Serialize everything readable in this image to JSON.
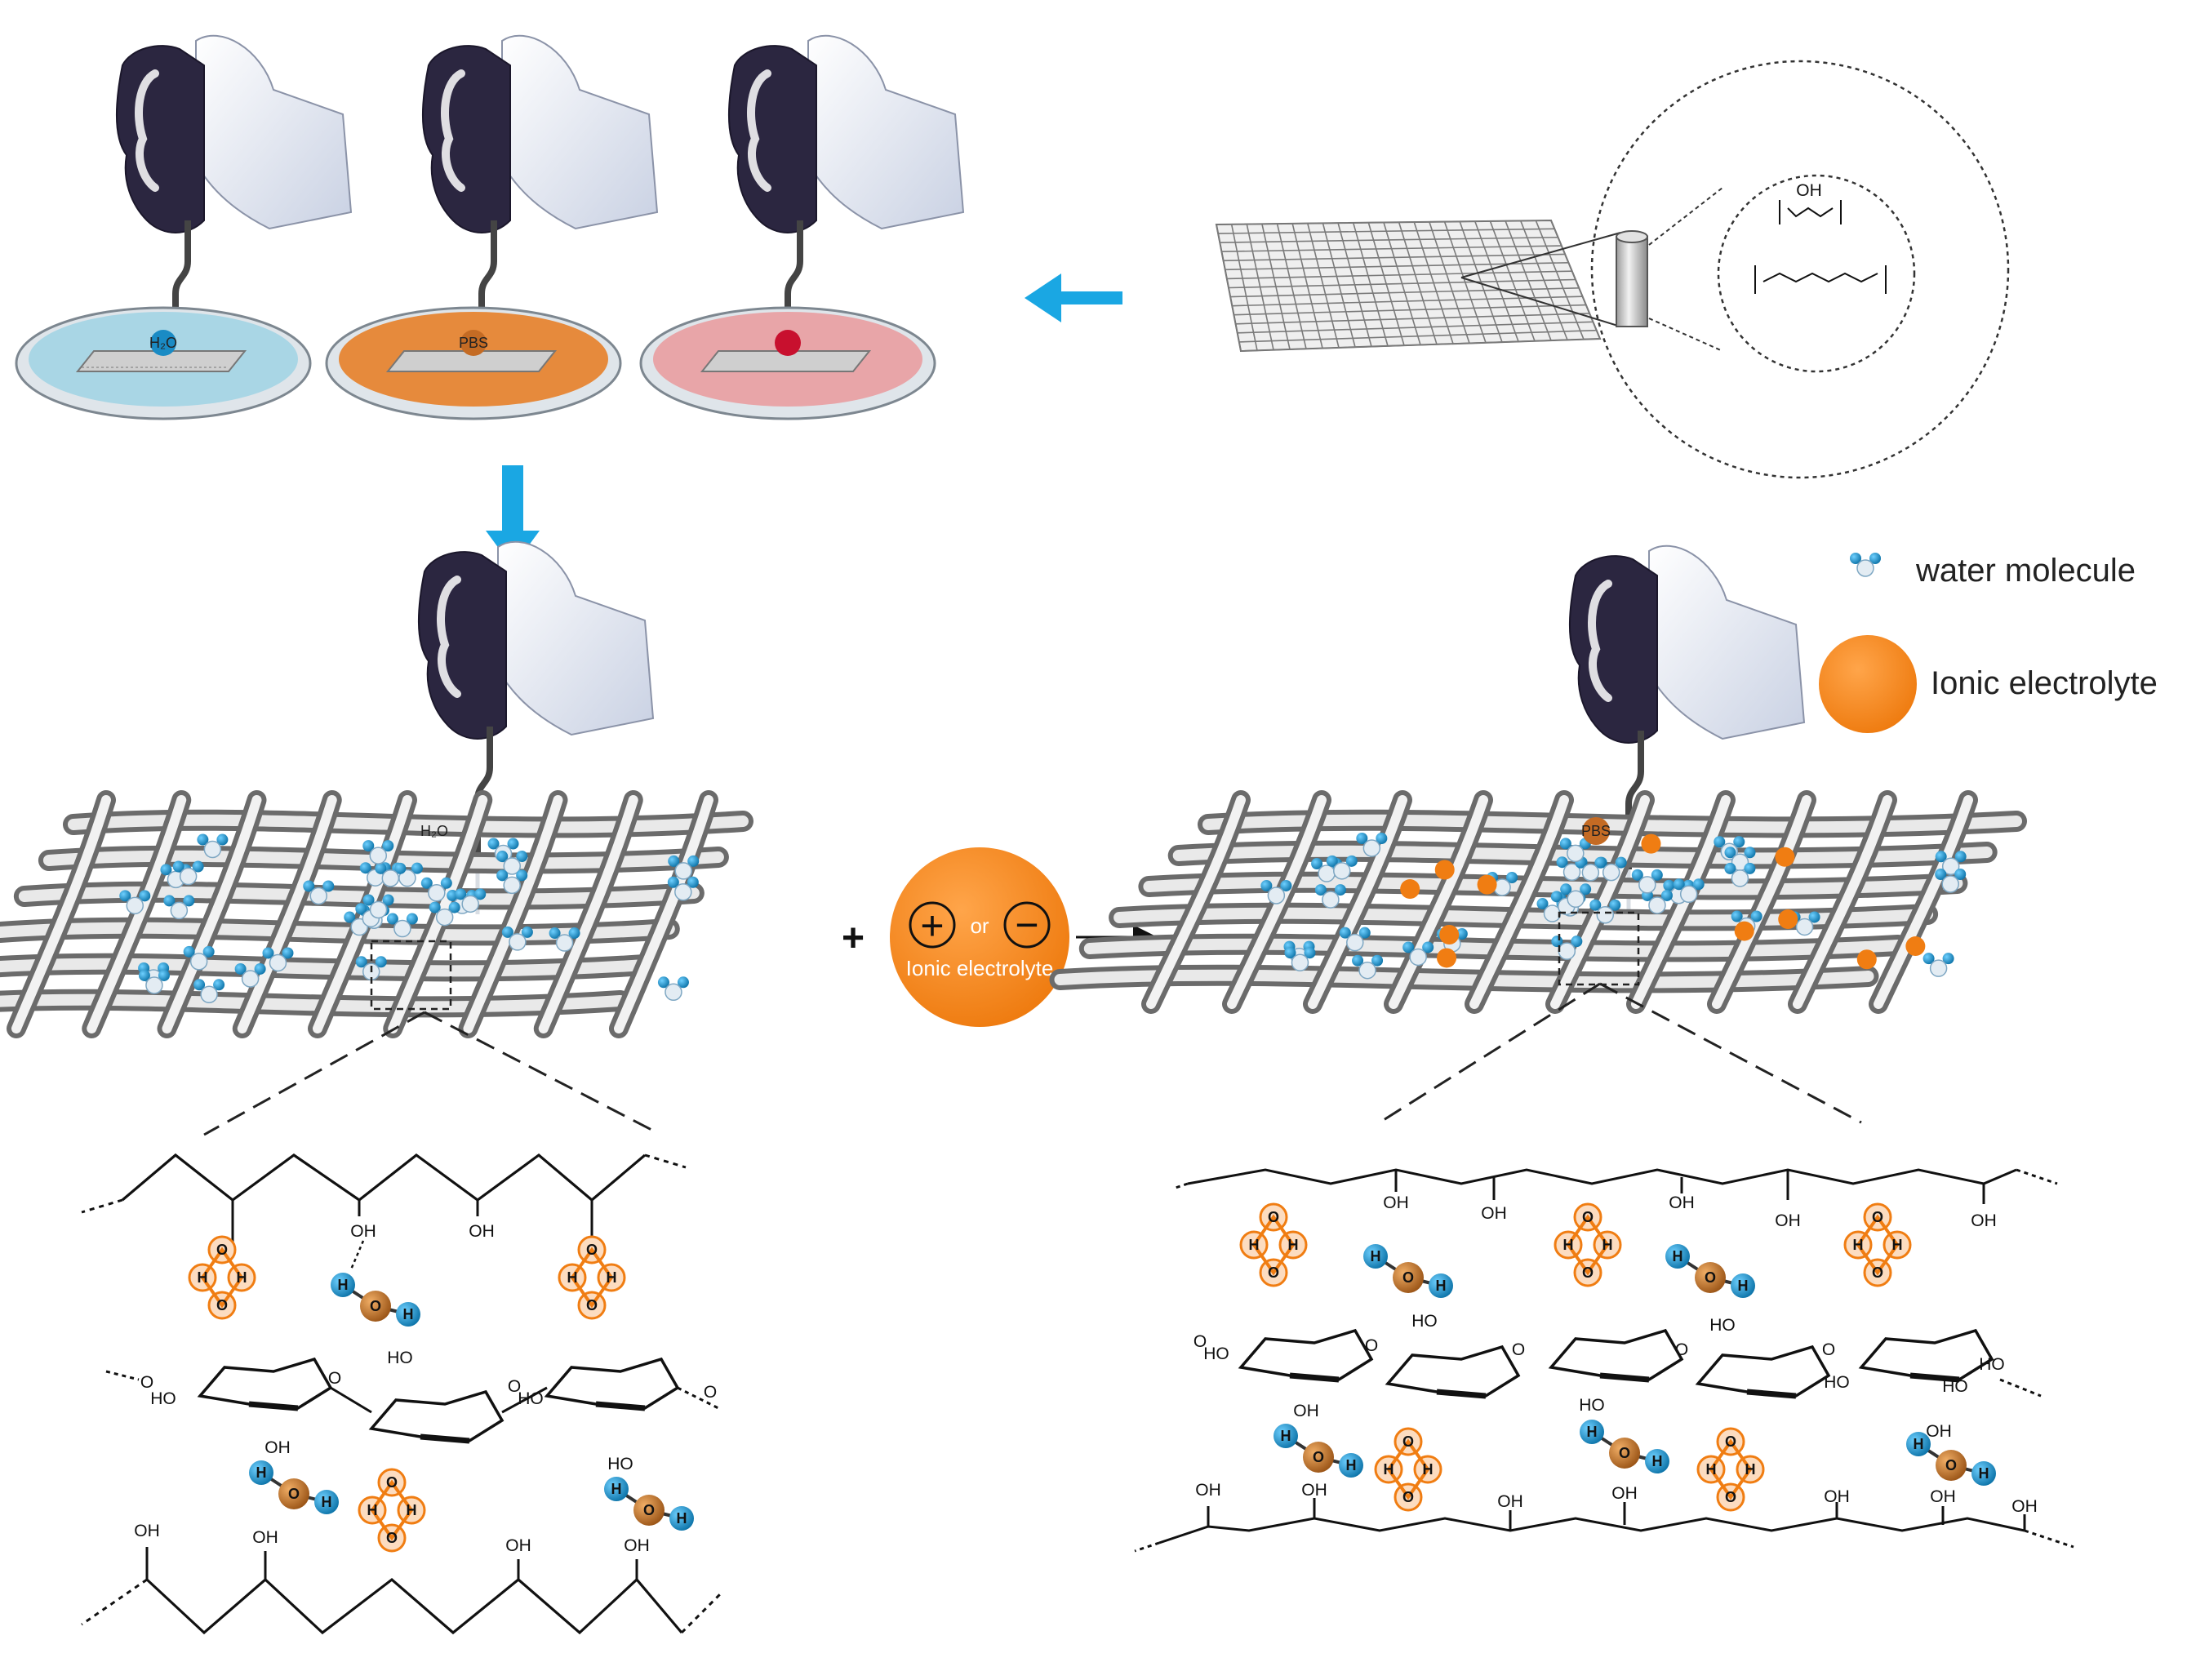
{
  "colors": {
    "arrow_blue": "#1aa7e3",
    "orange": "#f07d12",
    "water_blue": "#1a8bc4",
    "oxygen_orange": "#d07d2a",
    "pipette_dark": "#2b2640",
    "glove": "#e9edf6",
    "dish_water": "#a9d6e5",
    "dish_pbs": "#e68a3c",
    "dish_media": "#e8a5a8"
  },
  "dishes": [
    {
      "label": "H₂O",
      "fill": "#a9d6e5"
    },
    {
      "label": "PBS",
      "fill": "#e68a3c"
    },
    {
      "label": "",
      "fill": "#e8a5a8"
    }
  ],
  "legend": {
    "water_molecule": "water molecule",
    "ionic_electrolyte": "Ionic electrolyte"
  },
  "left_mesh_drop_label": "H₂O",
  "right_mesh_drop_label": "PBS",
  "operator": "+",
  "electrolyte_ball": {
    "plus_sign": "+",
    "or_text": "or",
    "minus_sign": "−",
    "label": "Ionic electrolyte"
  },
  "chem_labels": {
    "oh": "OH",
    "ho": "HO",
    "o": "O",
    "h": "H"
  },
  "icons": [
    "pipette-icon",
    "glove-icon",
    "petri-dish-icon",
    "cylinder-fiber-icon",
    "water-molecule-icon"
  ]
}
